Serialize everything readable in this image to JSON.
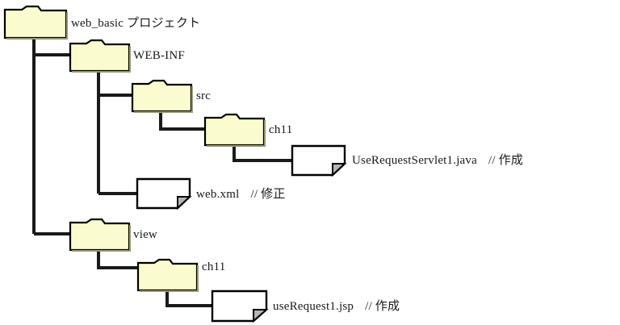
{
  "diagram": {
    "title": "web_basic project directory tree",
    "colors": {
      "folder_fill": "#FBFBD0",
      "folder_stroke": "#000000",
      "folder_shadow": "#9A9A6A",
      "file_fill": "#FFFFFF",
      "file_stroke": "#000000",
      "file_fold": "#B5B5B5",
      "connector": "#1A1A1A",
      "text": "#1A1A1A",
      "background": "#FFFFFF"
    },
    "nodes": [
      {
        "id": "root",
        "type": "folder",
        "label": "web_basic プロジェクト",
        "annotation": "",
        "depth": 0,
        "icon": "folder-icon"
      },
      {
        "id": "webinf",
        "type": "folder",
        "label": "WEB-INF",
        "annotation": "",
        "depth": 1,
        "icon": "folder-icon"
      },
      {
        "id": "src",
        "type": "folder",
        "label": "src",
        "annotation": "",
        "depth": 2,
        "icon": "folder-icon"
      },
      {
        "id": "ch11-src",
        "type": "folder",
        "label": "ch11",
        "annotation": "",
        "depth": 3,
        "icon": "folder-icon"
      },
      {
        "id": "servlet-file",
        "type": "file",
        "label": "UseRequestServlet1.java",
        "annotation": "// 作成",
        "depth": 4,
        "icon": "file-icon"
      },
      {
        "id": "webxml-file",
        "type": "file",
        "label": "web.xml",
        "annotation": "// 修正",
        "depth": 2,
        "icon": "file-icon"
      },
      {
        "id": "view",
        "type": "folder",
        "label": "view",
        "annotation": "",
        "depth": 1,
        "icon": "folder-icon"
      },
      {
        "id": "ch11-view",
        "type": "folder",
        "label": "ch11",
        "annotation": "",
        "depth": 2,
        "icon": "folder-icon"
      },
      {
        "id": "jsp-file",
        "type": "file",
        "label": "useRequest1.jsp",
        "annotation": "// 作成",
        "depth": 3,
        "icon": "file-icon"
      }
    ]
  }
}
